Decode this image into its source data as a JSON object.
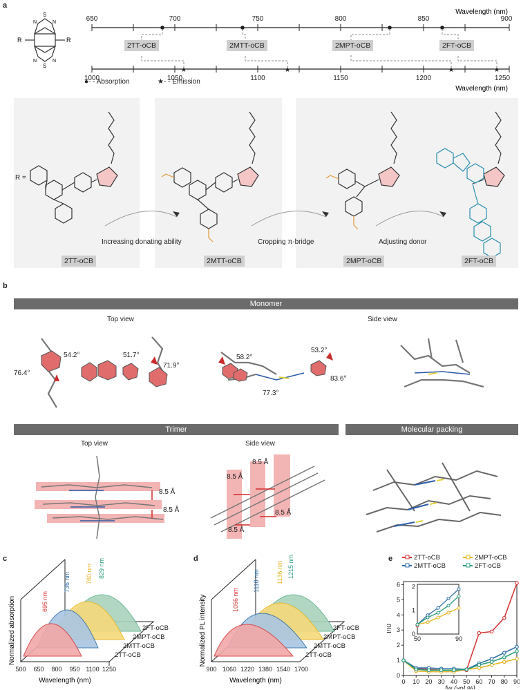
{
  "panel_a": {
    "label": "a",
    "core_R": "R",
    "top_axis": {
      "unit": "Wavelength (nm)",
      "ticks": [
        "650",
        "700",
        "750",
        "800",
        "850",
        "900"
      ]
    },
    "bottom_axis": {
      "unit": "Wavelength (nm)",
      "ticks": [
        "1000",
        "1050",
        "1100",
        "1150",
        "1200",
        "1250"
      ]
    },
    "compounds": [
      "2TT-oCB",
      "2MTT-oCB",
      "2MPT-oCB",
      "2FT-oCB"
    ],
    "legend_absorption": "Absorption",
    "legend_emission": "Emission",
    "r_equals": "R =",
    "arrows": [
      "Increasing donating ability",
      "Cropping π-bridge",
      "Adjusting donor"
    ],
    "labels": [
      "2TT-oCB",
      "2MTT-oCB",
      "2MPT-oCB",
      "2FT-oCB"
    ]
  },
  "panel_b": {
    "label": "b",
    "monomer": "Monomer",
    "trimer": "Trimer",
    "packing": "Molecular packing",
    "top_view": "Top view",
    "side_view": "Side view",
    "angles_top": [
      "54.2°",
      "51.7°",
      "76.4°",
      "71.9°"
    ],
    "angles_side": [
      "58.2°",
      "53.2°",
      "77.3°",
      "83.6°"
    ],
    "dist": "8.5 Å"
  },
  "panel_c": {
    "label": "c",
    "ylabel": "Normalized absorption",
    "xlabel": "Wavelength (nm)",
    "ticks": [
      "500",
      "650",
      "800",
      "950",
      "1100",
      "1250"
    ],
    "peaks": [
      "695 nm",
      "736 nm",
      "760 nm",
      "829 nm"
    ],
    "series": [
      "2FT-oCB",
      "2MPT-oCB",
      "2MTT-oCB",
      "2TT-oCB"
    ]
  },
  "panel_d": {
    "label": "d",
    "ylabel": "Normalized PL intensity",
    "xlabel": "Wavelength (nm)",
    "ticks": [
      "900",
      "1060",
      "1220",
      "1380",
      "1540",
      "1700"
    ],
    "peaks": [
      "1056 nm",
      "1118 nm",
      "1136 nm",
      "1215 nm"
    ],
    "series": [
      "2FT-oCB",
      "2MPT-oCB",
      "2MTT-oCB",
      "2TT-oCB"
    ]
  },
  "chart_data": {
    "type": "line",
    "label": "e",
    "ylabel": "I/I0",
    "xlabel": "fw (vol %)",
    "x": [
      0,
      10,
      20,
      30,
      40,
      50,
      60,
      70,
      80,
      90
    ],
    "ylim": [
      0,
      6.2
    ],
    "xlim": [
      0,
      90
    ],
    "yticks": [
      "0",
      "1",
      "2",
      "3",
      "4",
      "5",
      "6"
    ],
    "xticks": [
      "0",
      "10",
      "20",
      "30",
      "40",
      "50",
      "60",
      "70",
      "80",
      "90"
    ],
    "inset_yticks": [
      "0",
      "1",
      "2"
    ],
    "inset_xticks": [
      "50",
      "90"
    ],
    "series": [
      {
        "name": "2TT-oCB",
        "color": "#d63a3a",
        "values": [
          1.0,
          0.45,
          0.4,
          0.35,
          0.35,
          0.35,
          2.8,
          2.9,
          3.8,
          6.1
        ]
      },
      {
        "name": "2MPT-oCB",
        "color": "#e6b422",
        "values": [
          1.0,
          0.3,
          0.25,
          0.25,
          0.25,
          0.4,
          0.5,
          0.7,
          0.9,
          1.1
        ]
      },
      {
        "name": "2MTT-oCB",
        "color": "#2f6fa8",
        "values": [
          1.0,
          0.5,
          0.5,
          0.45,
          0.45,
          0.4,
          0.8,
          1.1,
          1.5,
          1.9
        ]
      },
      {
        "name": "2FT-oCB",
        "color": "#2a9c7c",
        "values": [
          1.0,
          0.4,
          0.35,
          0.35,
          0.35,
          0.4,
          0.7,
          0.9,
          1.2,
          1.6
        ]
      }
    ],
    "colors": {
      "red": "#e06464",
      "blue": "#5a8fc4",
      "yellow": "#f0c23a",
      "green": "#5fb38f"
    }
  }
}
